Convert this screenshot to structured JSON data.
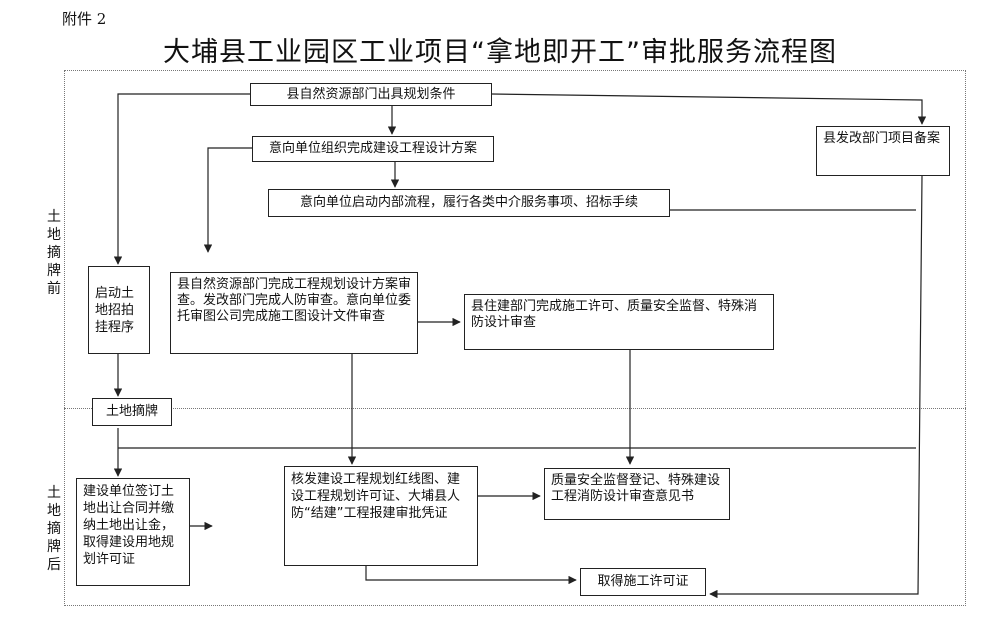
{
  "header": {
    "annex": "附件 2",
    "title": "大埔县工业园区工业项目“拿地即开工”审批服务流程图"
  },
  "stages": {
    "before": [
      "土",
      "地",
      "摘",
      "牌",
      "前"
    ],
    "after": [
      "土",
      "地",
      "摘",
      "牌",
      "后"
    ]
  },
  "boxes": {
    "planning_conditions": "县自然资源部门出具规划条件",
    "design_scheme": "意向单位组织完成建设工程设计方案",
    "internal_process": "意向单位启动内部流程，履行各类中介服务事项、招标手续",
    "filing": "县发改部门项目备案",
    "auction": "启动土地招拍挂程序",
    "plan_review": "县自然资源部门完成工程规划设计方案审查。发改部门完成人防审查。意向单位委托审图公司完成施工图设计文件审查",
    "construction_permit_review": "县住建部门完成施工许可、质量安全监督、特殊消防设计审查",
    "delisting": "土地摘牌",
    "land_contract": "建设单位签订土地出让合同并缴纳土地出让金，取得建设用地规划许可证",
    "issue_permits": "核发建设工程规划红线图、建设工程规划许可证、大埔县人防“结建”工程报建审批凭证",
    "quality_registration": "质量安全监督登记、特殊建设工程消防设计审查意见书",
    "final_permit": "取得施工许可证"
  }
}
